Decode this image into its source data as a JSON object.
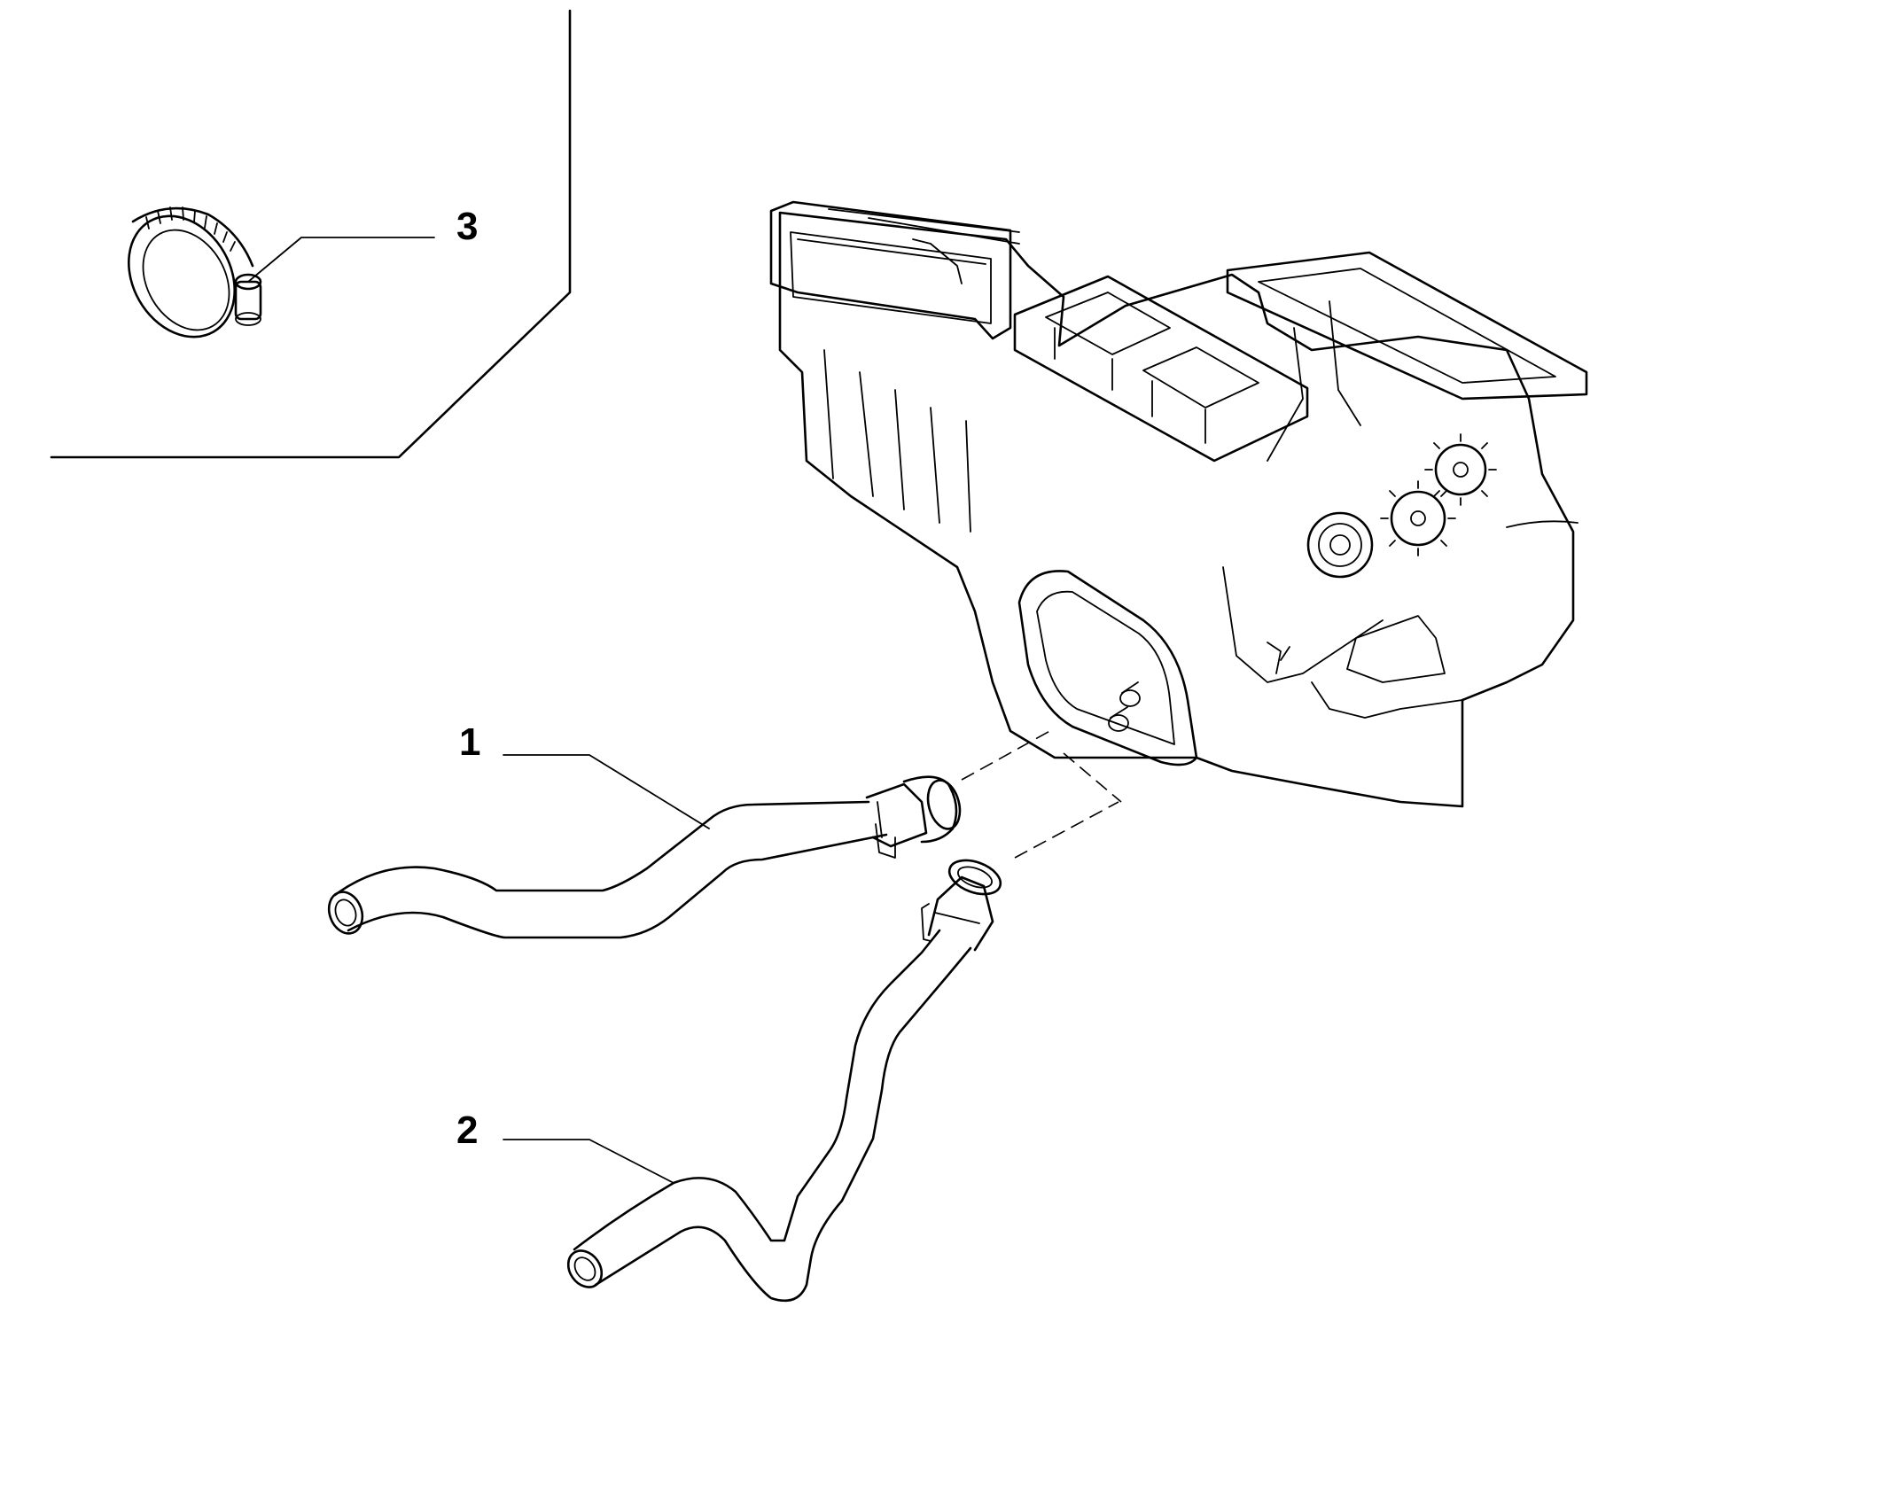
{
  "callouts": [
    {
      "id": "1",
      "label": "1"
    },
    {
      "id": "2",
      "label": "2"
    },
    {
      "id": "3",
      "label": "3"
    }
  ],
  "parts": {
    "heater_unit": "heater-unit-housing",
    "hose_1": "heater-inlet-hose",
    "hose_2": "heater-outlet-hose",
    "clamp_3": "hose-clamp"
  },
  "colors": {
    "line": "#000000",
    "background": "#ffffff"
  }
}
